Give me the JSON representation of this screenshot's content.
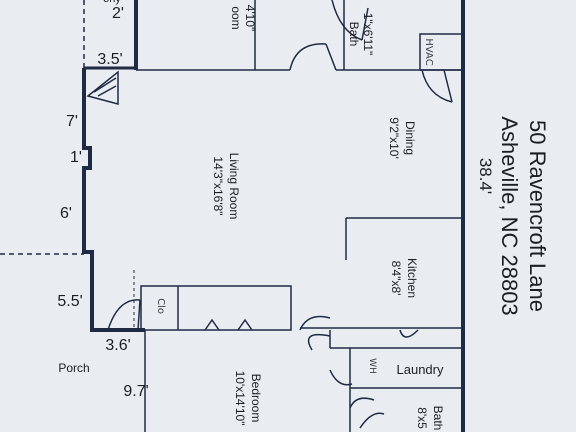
{
  "address": {
    "street": "50 Ravencroft Lane",
    "city": "Asheville, NC 28803"
  },
  "rooms": {
    "bath_top": {
      "name": "Bath",
      "dims": "1\"x6'11\""
    },
    "bedroom_top": {
      "name": "oom",
      "dims": "4'10\""
    },
    "dining": {
      "name": "Dining",
      "dims": "9'2\"x10'"
    },
    "living": {
      "name": "Living Room",
      "dims": "14'3\"x16'8\""
    },
    "kitchen": {
      "name": "Kitchen",
      "dims": "8'4\"x8'"
    },
    "bedroom_bottom": {
      "name": "Bedroom",
      "dims": "10'x14'10\""
    },
    "bath_bottom": {
      "name": "Bath",
      "dims": "8'x5"
    },
    "laundry": {
      "name": "Laundry"
    },
    "porch": {
      "name": "Porch"
    }
  },
  "handwritten": {
    "hvac": "HVAC",
    "closet": "Clo",
    "wh": "WH"
  },
  "measurements": {
    "overall": "38.4'",
    "balcony": "2'",
    "balcony_word": "ony",
    "m1": "3.5'",
    "m2": "7'",
    "m3": "1'",
    "m4": "6'",
    "m5": "5.5'",
    "m6": "3.6'",
    "m7": "9.7'"
  },
  "colors": {
    "paper": "#e9edf1",
    "wall": "#1f2a44",
    "text": "#1b1e24"
  }
}
